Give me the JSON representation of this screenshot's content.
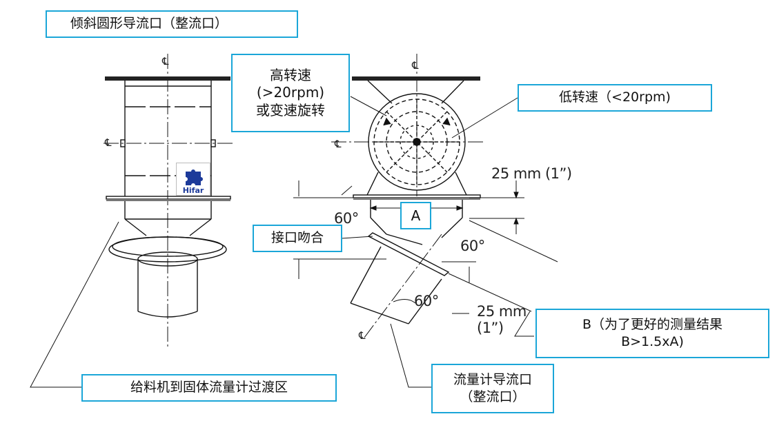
{
  "callouts": {
    "inclined_outlet": "倾斜圆形导流口（整流口）",
    "high_speed": [
      "高转速",
      "(>20rpm)",
      "或变速旋转"
    ],
    "low_speed": "低转速（<20rpm)",
    "interface": "接口吻合",
    "b_note": [
      "B（为了更好的测量结果",
      "B>1.5xA)"
    ],
    "transition": "给料机到固体流量计过渡区",
    "meter_outlet": [
      "流量计导流口",
      "（整流口）"
    ],
    "dim_a": "A"
  },
  "dimensions": {
    "gap_top": "25 mm (1”)",
    "gap_bottom_1": "25 mm",
    "gap_bottom_2": "(1”)",
    "angle_left": "60°",
    "angle_right": "60°",
    "angle_bottom": "60°"
  },
  "symbols": {
    "centerline": "℄"
  },
  "logo": {
    "text": "Hifar",
    "color": "#1c3a9a"
  },
  "colors": {
    "callout_border": "#1aa6d8",
    "line": "#111111"
  }
}
